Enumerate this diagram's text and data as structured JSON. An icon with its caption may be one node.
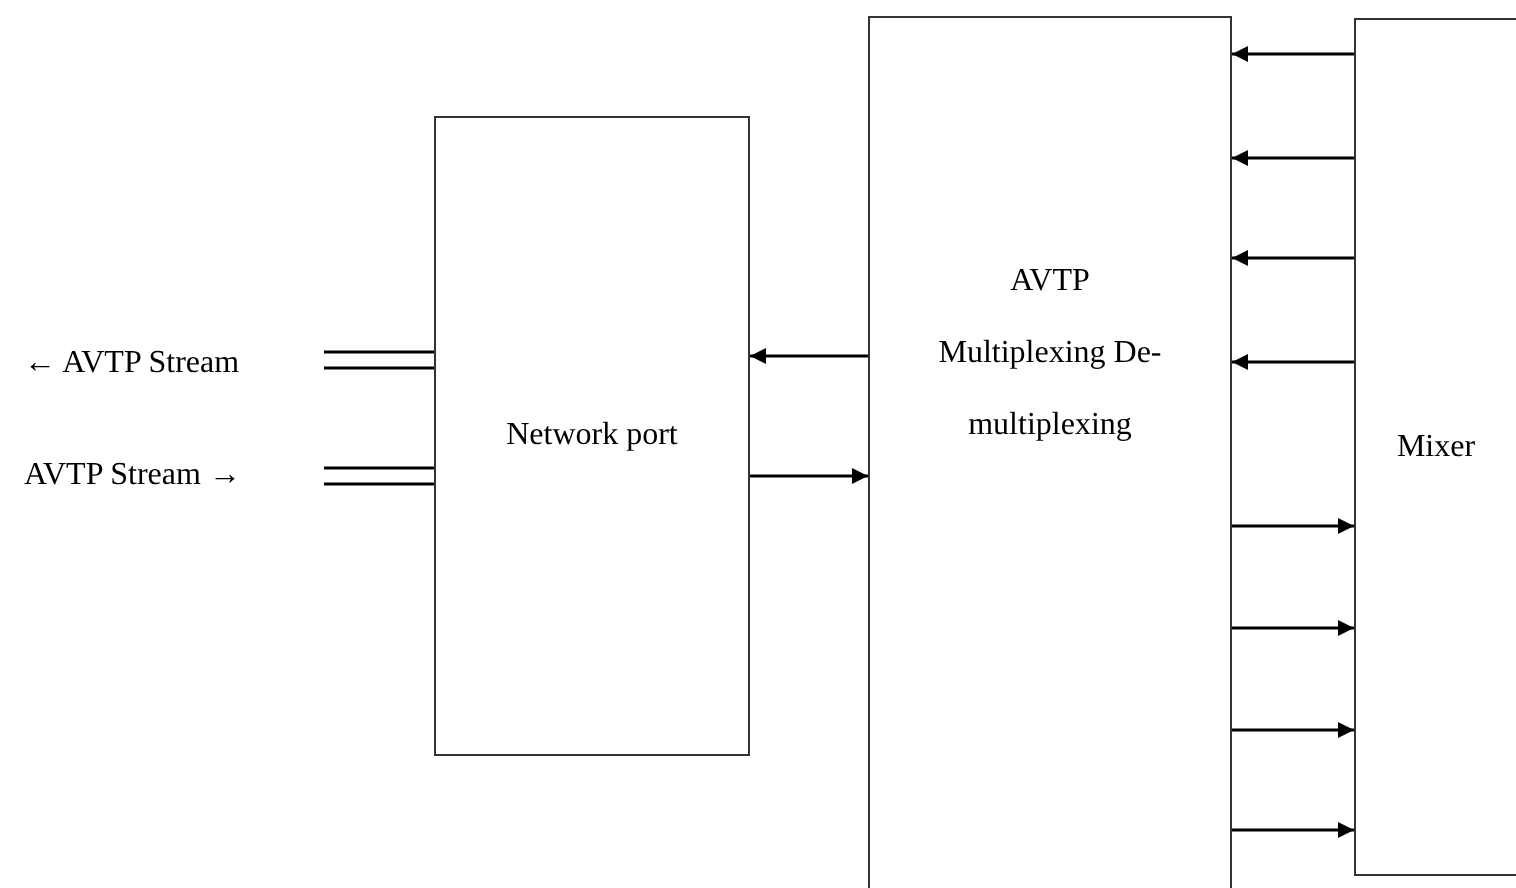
{
  "diagram": {
    "nodes": [
      {
        "text": [
          "← AVTP Stream"
        ]
      },
      {
        "text": [
          "AVTP Stream →"
        ]
      },
      {
        "text": [
          "Network port"
        ]
      },
      {
        "text": [
          "AVTP Multiplexing De-multiplexing"
        ]
      },
      {
        "text": [
          "Mixer"
        ]
      }
    ],
    "edges": [
      {
        "from": 0,
        "to": 2,
        "arrow": "none"
      },
      {
        "from": 1,
        "to": 2,
        "arrow": "none"
      },
      {
        "from": 3,
        "to": 2,
        "arrow": "to"
      },
      {
        "from": 2,
        "to": 3,
        "arrow": "to"
      },
      {
        "from": 4,
        "to": 3,
        "arrow": "to"
      },
      {
        "from": 4,
        "to": 3,
        "arrow": "to"
      },
      {
        "from": 4,
        "to": 3,
        "arrow": "to"
      },
      {
        "from": 4,
        "to": 3,
        "arrow": "to"
      },
      {
        "from": 3,
        "to": 4,
        "arrow": "to"
      },
      {
        "from": 3,
        "to": 4,
        "arrow": "to"
      },
      {
        "from": 3,
        "to": 4,
        "arrow": "to"
      },
      {
        "from": 3,
        "to": 4,
        "arrow": "to"
      }
    ]
  }
}
